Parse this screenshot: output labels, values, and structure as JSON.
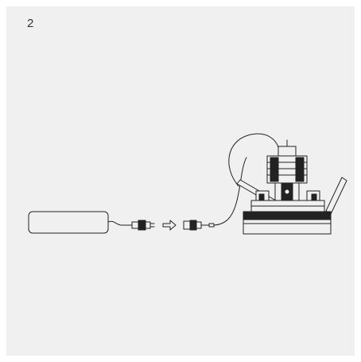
{
  "step": {
    "number": "2"
  },
  "colors": {
    "background": "#f0f0f0",
    "line": "#222222",
    "fill": "#f0f0f0"
  },
  "diagram": {
    "components": [
      "driver-box",
      "cable",
      "plug-connector",
      "arrow",
      "socket-connector",
      "downlight-fixture"
    ]
  }
}
